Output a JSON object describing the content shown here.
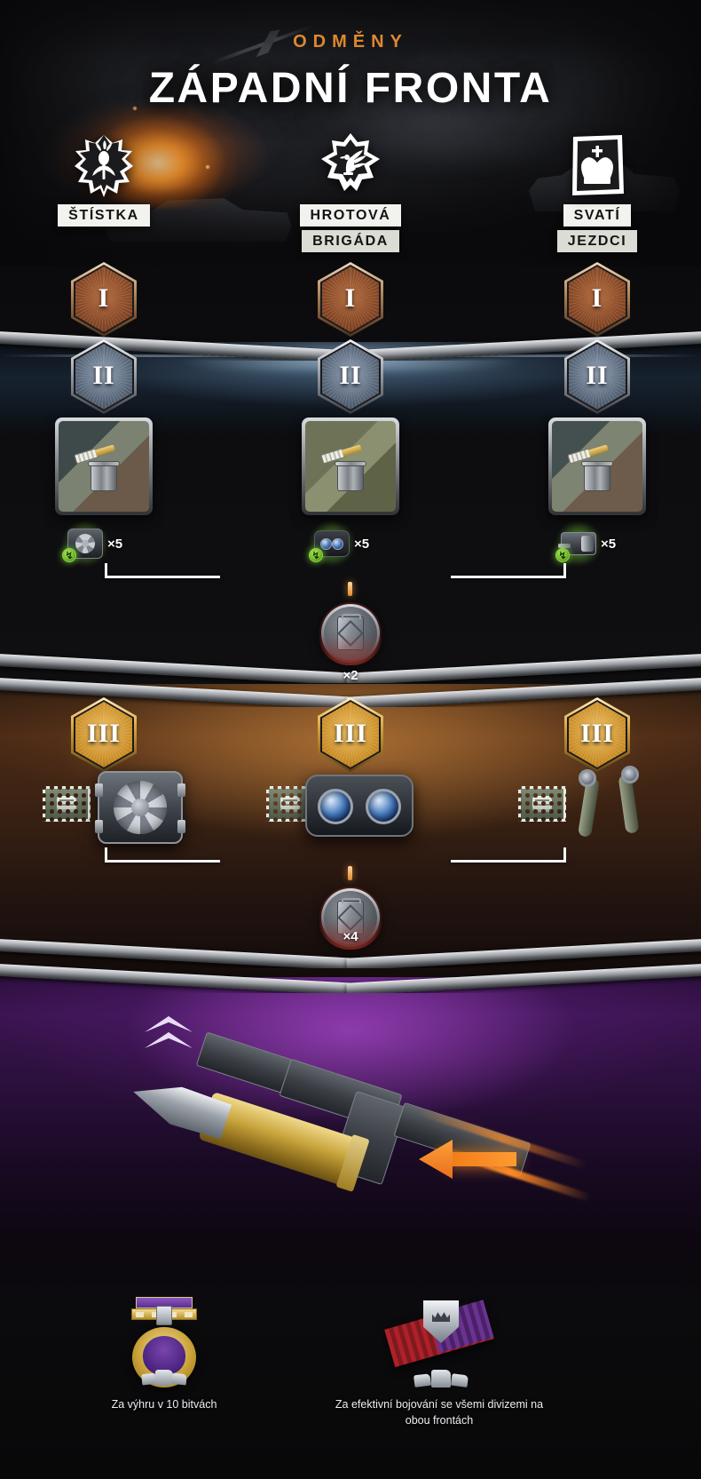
{
  "header": {
    "kicker": "ODMĚNY",
    "title": "ZÁPADNÍ FRONTA"
  },
  "divisions": [
    {
      "id": "stistka",
      "emblem_icon": "thistle-cross-emblem",
      "name_line1": "ŠTÍSTKA",
      "name_line2": ""
    },
    {
      "id": "hrotova",
      "emblem_icon": "eagle-star-emblem",
      "name_line1": "HROTOVÁ",
      "name_line2": "BRIGÁDA"
    },
    {
      "id": "svati",
      "emblem_icon": "crown-square-emblem",
      "name_line1": "SVATÍ",
      "name_line2": "JEZDCI"
    }
  ],
  "tiers": {
    "tier1": {
      "label": "I",
      "color": "#a05f33",
      "name": "bronze-rank-hex"
    },
    "tier2": {
      "label": "II",
      "color": "#6e7a8a",
      "name": "silver-rank-hex"
    },
    "tier3": {
      "label": "III",
      "color": "#d6a33c",
      "name": "gold-rank-hex"
    }
  },
  "tier2_rewards": [
    {
      "camo_icon": "camouflage-paint-can",
      "equipment_icon": "improved-ventilation-icon",
      "multiplier": "×5"
    },
    {
      "camo_icon": "camouflage-paint-can",
      "equipment_icon": "binocular-telescope-icon",
      "multiplier": "×5"
    },
    {
      "camo_icon": "camouflage-paint-can",
      "equipment_icon": "gun-laying-drive-icon",
      "multiplier": "×5"
    }
  ],
  "tier2_shared": {
    "reward_icon": "fuel-can-medallion",
    "multiplier": "×2"
  },
  "tier3_rewards": [
    {
      "stamp_icon": "fist-emblem-stamp",
      "equipment_icon": "improved-ventilation-large"
    },
    {
      "stamp_icon": "fist-emblem-stamp",
      "equipment_icon": "binocular-telescope-large"
    },
    {
      "stamp_icon": "fist-emblem-stamp",
      "equipment_icon": "torsion-bars-large"
    }
  ],
  "tier3_shared": {
    "reward_icon": "fuel-can-medallion",
    "multiplier": "×4"
  },
  "final_reward": {
    "upgrade_icon": "double-chevron-up-icon",
    "item_icon": "improved-ammunition-shell"
  },
  "medals": [
    {
      "icon": "gold-wreath-tank-medal",
      "caption": "Za výhru v 10 bitvách"
    },
    {
      "icon": "silver-crown-shield-medal",
      "caption": "Za efektivní bojování se všemi divizemi na obou frontách"
    }
  ],
  "colors": {
    "accent_orange": "#e08a33",
    "plate_bg": "#f2f2ee",
    "tier3_band": "#4a2a16",
    "final_band": "#3a1450",
    "equipment_glow": "#7ed63c"
  }
}
